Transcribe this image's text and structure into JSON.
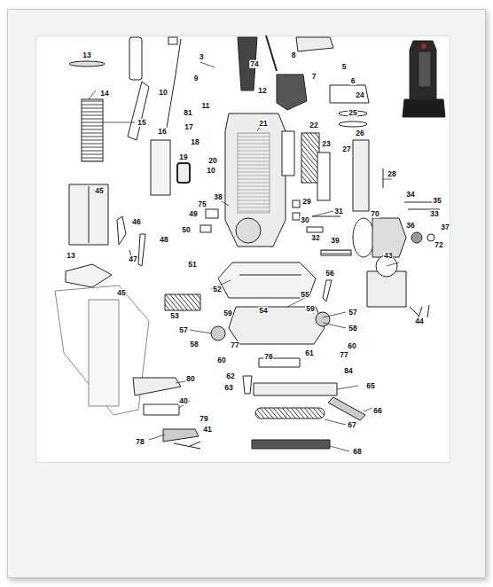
{
  "diagram": {
    "labels": [
      "13",
      "14",
      "15",
      "10",
      "9",
      "3",
      "74",
      "8",
      "5",
      "7",
      "6",
      "12",
      "11",
      "81",
      "21",
      "22",
      "24",
      "25",
      "26",
      "17",
      "18",
      "16",
      "19",
      "20",
      "23",
      "27",
      "28",
      "10",
      "38",
      "34",
      "35",
      "33",
      "75",
      "29",
      "30",
      "31",
      "49",
      "70",
      "36",
      "37",
      "45",
      "46",
      "50",
      "32",
      "72",
      "39",
      "47",
      "48",
      "43",
      "51",
      "56",
      "13",
      "52",
      "55",
      "44",
      "45",
      "53",
      "54",
      "59",
      "59",
      "57",
      "58",
      "57",
      "58",
      "77",
      "60",
      "60",
      "61",
      "77",
      "62",
      "84",
      "63",
      "65",
      "80",
      "40",
      "66",
      "67",
      "79",
      "41",
      "78",
      "68",
      "76"
    ]
  }
}
